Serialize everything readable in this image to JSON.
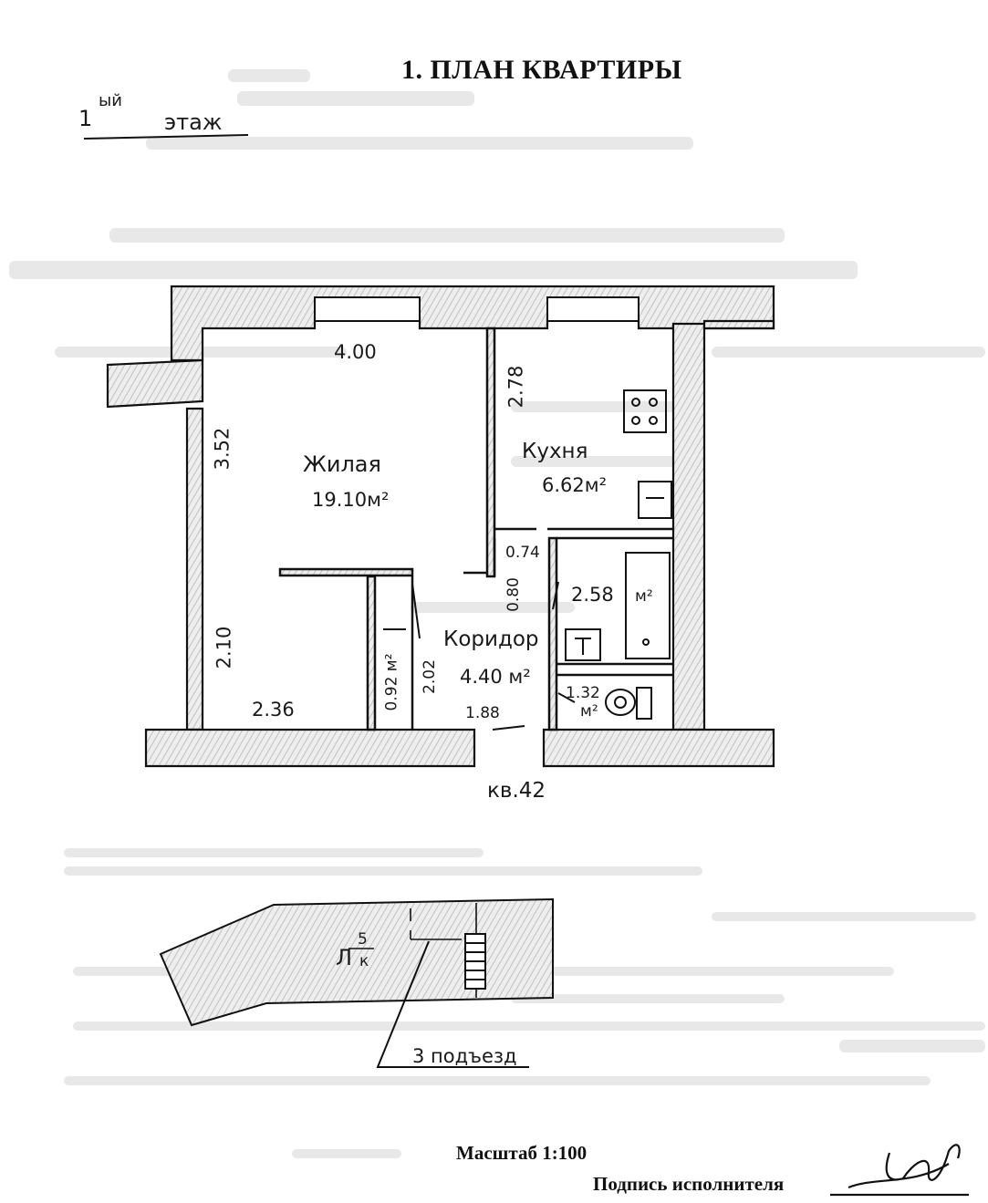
{
  "header": {
    "title": "1.   ПЛАН КВАРТИРЫ",
    "floor_superscript": "1",
    "floor_suffix": "ый",
    "floor_word": "этаж"
  },
  "rooms": {
    "living": {
      "name": "Жилая",
      "area": "19.10м²"
    },
    "kitchen": {
      "name": "Кухня",
      "area": "6.62м²"
    },
    "corridor": {
      "name": "Коридор",
      "area": "4.40 м²"
    },
    "bathroom": {
      "area": "2.58",
      "unit": "м²"
    },
    "storage": {
      "area": "0.92 м²"
    },
    "toilet": {
      "area_top": "1.32",
      "area_unit": "м²"
    }
  },
  "dimensions": {
    "living_width": "4.00",
    "living_height": "3.52",
    "living_lower_height": "2.10",
    "living_lower_width": "2.36",
    "kitchen_height": "2.78",
    "corridor_width_top": "0.74",
    "corridor_height": "0.80",
    "corridor_side": "2.02",
    "corridor_bottom": "1.88"
  },
  "apartment_label": "кв.42",
  "site_plan": {
    "code_top": "5",
    "code_bottom": "к",
    "code_letter": "Л",
    "entrance_label": "3 подъезд"
  },
  "footer": {
    "scale": "Масштаб 1:100",
    "signature_label": "Подпись исполнителя"
  }
}
